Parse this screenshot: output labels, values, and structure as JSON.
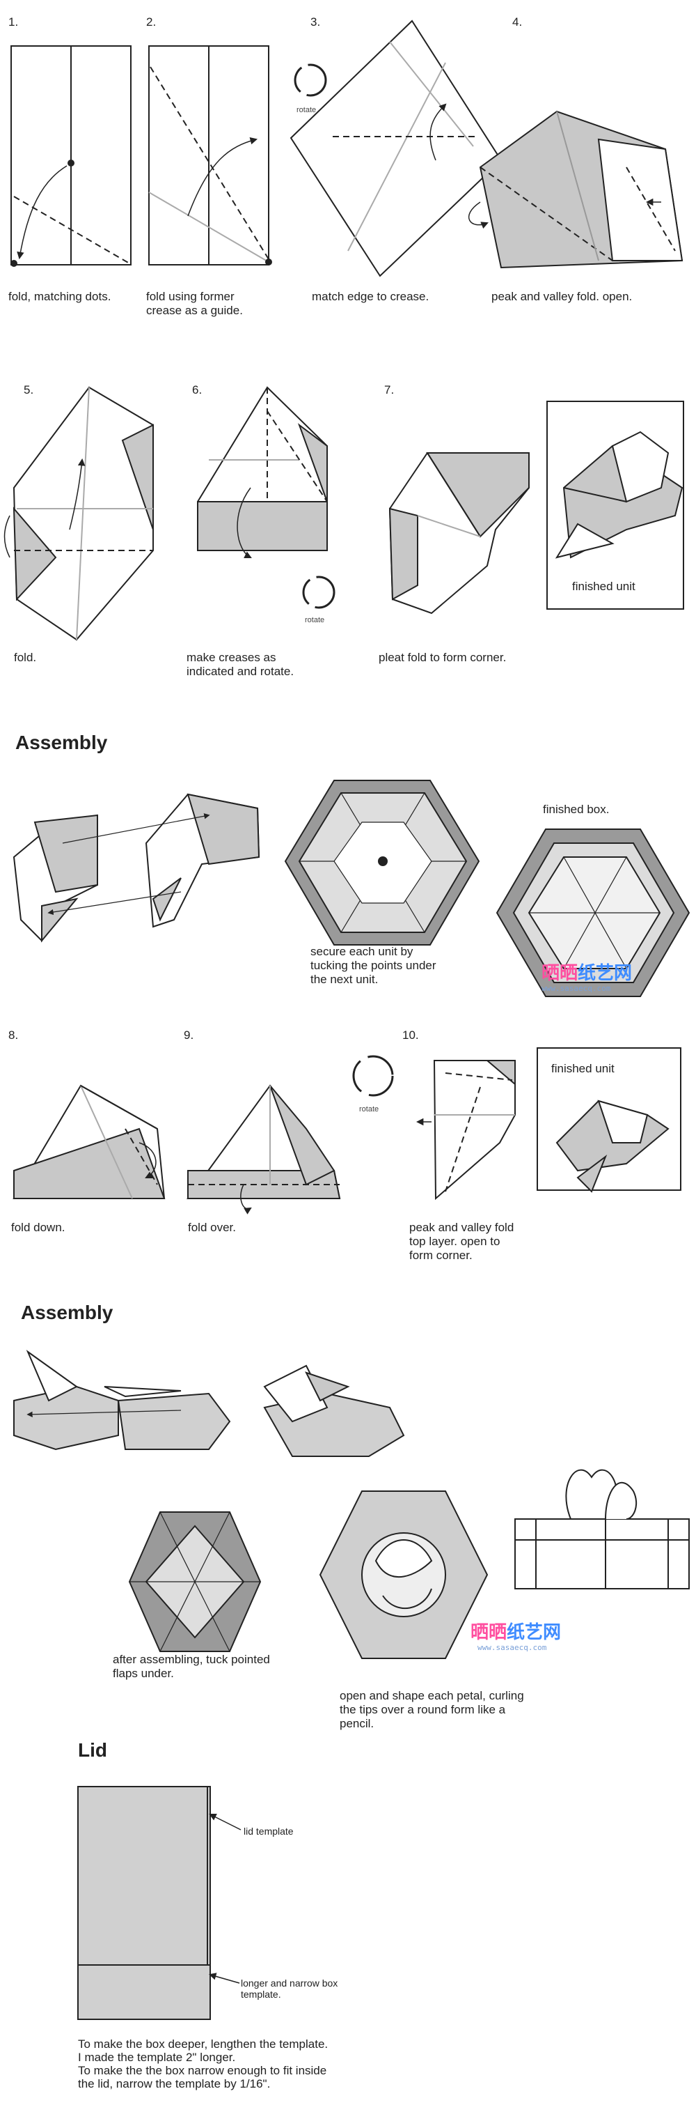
{
  "steps_row1": [
    {
      "num": "1.",
      "caption": "fold, matching dots."
    },
    {
      "num": "2.",
      "caption": "fold using former\ncrease as a guide."
    },
    {
      "num": "3.",
      "caption": "match edge to crease."
    },
    {
      "num": "4.",
      "caption": "peak and valley fold. open."
    }
  ],
  "steps_row2": [
    {
      "num": "5.",
      "caption": "fold."
    },
    {
      "num": "6.",
      "caption": "make creases as\nindicated and rotate."
    },
    {
      "num": "7.",
      "caption": "pleat fold to form corner."
    }
  ],
  "rotate_label": "rotate",
  "finished_unit": "finished unit",
  "assembly1": {
    "heading": "Assembly",
    "caption": "secure each unit by\ntucking the points under\nthe next unit.",
    "finished_box": "finished box."
  },
  "steps_row3": [
    {
      "num": "8.",
      "caption": "fold down."
    },
    {
      "num": "9.",
      "caption": "fold over."
    },
    {
      "num": "10.",
      "caption": "peak and valley fold\ntop layer. open to\nform corner."
    }
  ],
  "assembly2": {
    "heading": "Assembly",
    "caption_left": "after assembling, tuck pointed\nflaps under.",
    "caption_right": "open and shape each petal, curling\nthe tips over a round form like a\npencil."
  },
  "lid": {
    "heading": "Lid",
    "template_label": "lid template",
    "box_label": "longer and narrow box\ntemplate.",
    "notes": "To make the box deeper, lengthen the template.\nI made the template 2\" longer.\nTo make the the box narrow enough to fit inside\nthe lid, narrow the template by 1/16\"."
  },
  "watermark": {
    "pink": "晒晒",
    "blue": "纸艺网",
    "sub": "www.sasaecq.com"
  }
}
